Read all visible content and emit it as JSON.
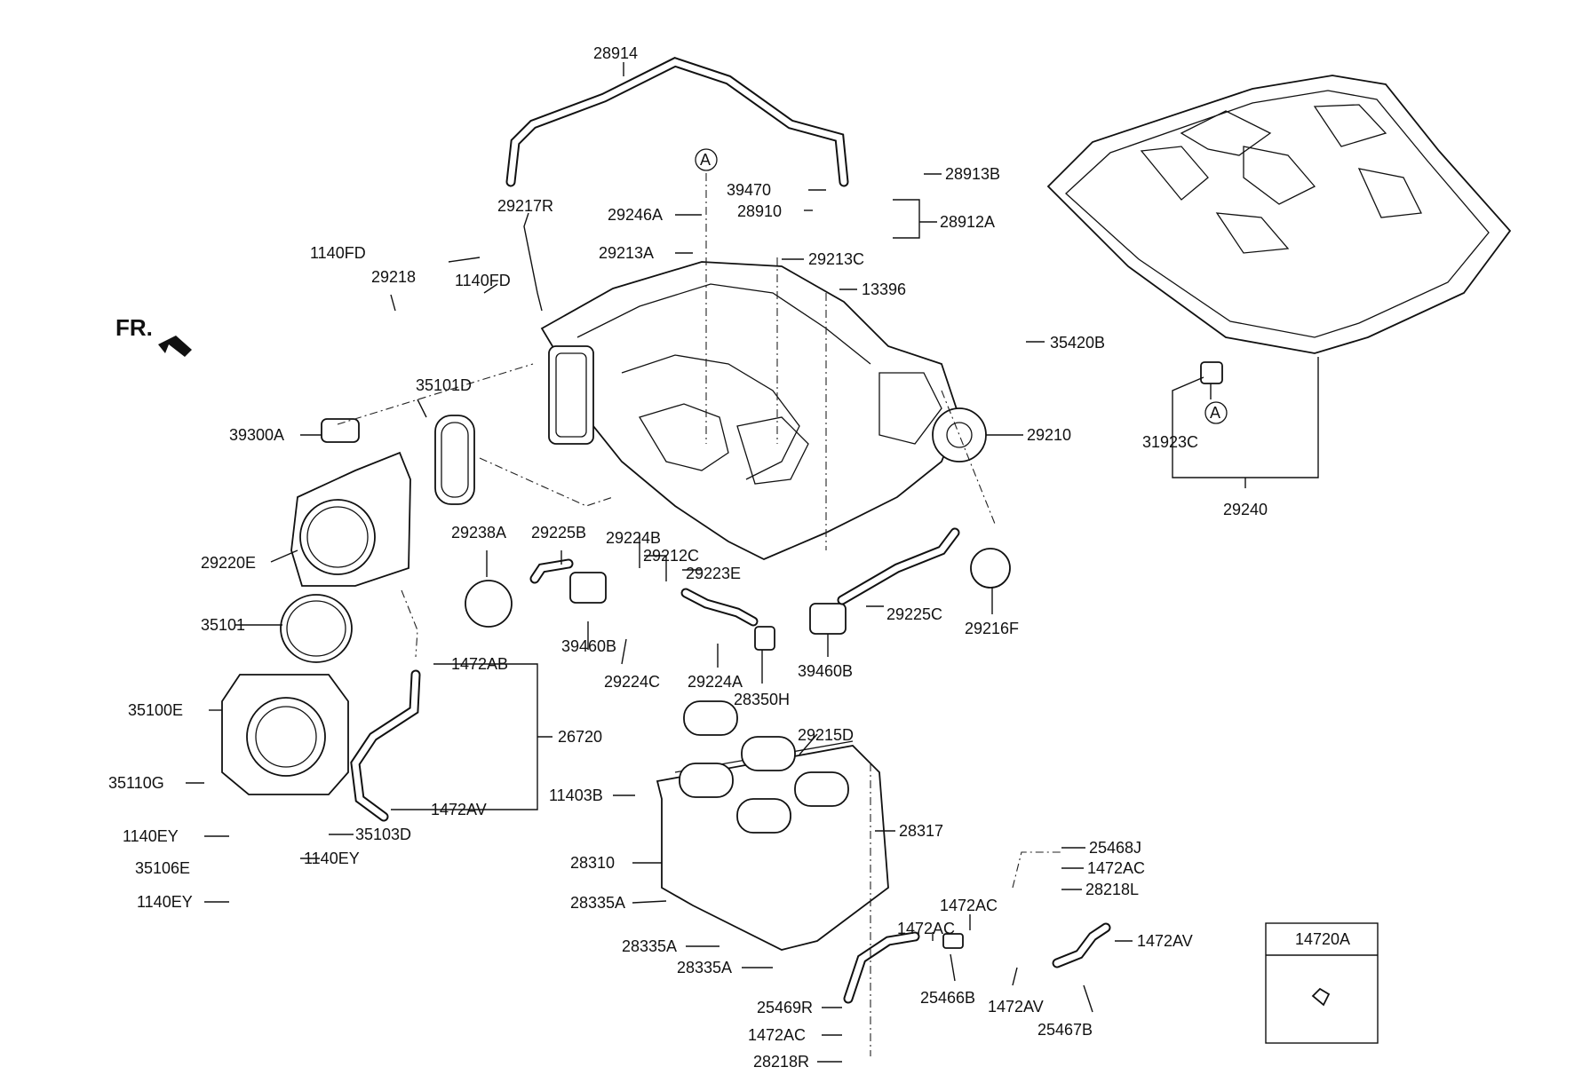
{
  "diagram": {
    "front_marker": "FR.",
    "ref_box_label": "14720A",
    "callout_letter": "A",
    "labels": {
      "l28914": "28914",
      "l29217R": "29217R",
      "l1140FD_a": "1140FD",
      "l1140FD_b": "1140FD",
      "l29218": "29218",
      "l29246A": "29246A",
      "l29213A": "29213A",
      "l29213C": "29213C",
      "l13396": "13396",
      "l39470": "39470",
      "l28910": "28910",
      "l28913B": "28913B",
      "l28912A": "28912A",
      "l35420B": "35420B",
      "l29210": "29210",
      "l31923C": "31923C",
      "l29240": "29240",
      "l35101D": "35101D",
      "l39300A": "39300A",
      "l29220E": "29220E",
      "l35101": "35101",
      "l35100E": "35100E",
      "l35110G": "35110G",
      "l1140EY_a": "1140EY",
      "l35106E": "35106E",
      "l1140EY_b": "1140EY",
      "l1140EY_c": "1140EY",
      "l35103D": "35103D",
      "l1472AB": "1472AB",
      "l26720": "26720",
      "l1472AV_a": "1472AV",
      "l29238A": "29238A",
      "l29225B": "29225B",
      "l29224B": "29224B",
      "l29212C": "29212C",
      "l29223E": "29223E",
      "l39460B_a": "39460B",
      "l29224C": "29224C",
      "l29224A": "29224A",
      "l28350H": "28350H",
      "l39460B_b": "39460B",
      "l29225C": "29225C",
      "l29216F": "29216F",
      "l29215D": "29215D",
      "l11403B": "11403B",
      "l28317": "28317",
      "l28310": "28310",
      "l28335A_a": "28335A",
      "l28335A_b": "28335A",
      "l28335A_c": "28335A",
      "l25468J": "25468J",
      "l1472AC_a": "1472AC",
      "l28218L": "28218L",
      "l1472AC_b": "1472AC",
      "l1472AC_c": "1472AC",
      "l1472AV_b": "1472AV",
      "l25466B": "25466B",
      "l1472AV_c": "1472AV",
      "l25467B": "25467B",
      "l25469R": "25469R",
      "l1472AC_d": "1472AC",
      "l28218R": "28218R"
    }
  }
}
